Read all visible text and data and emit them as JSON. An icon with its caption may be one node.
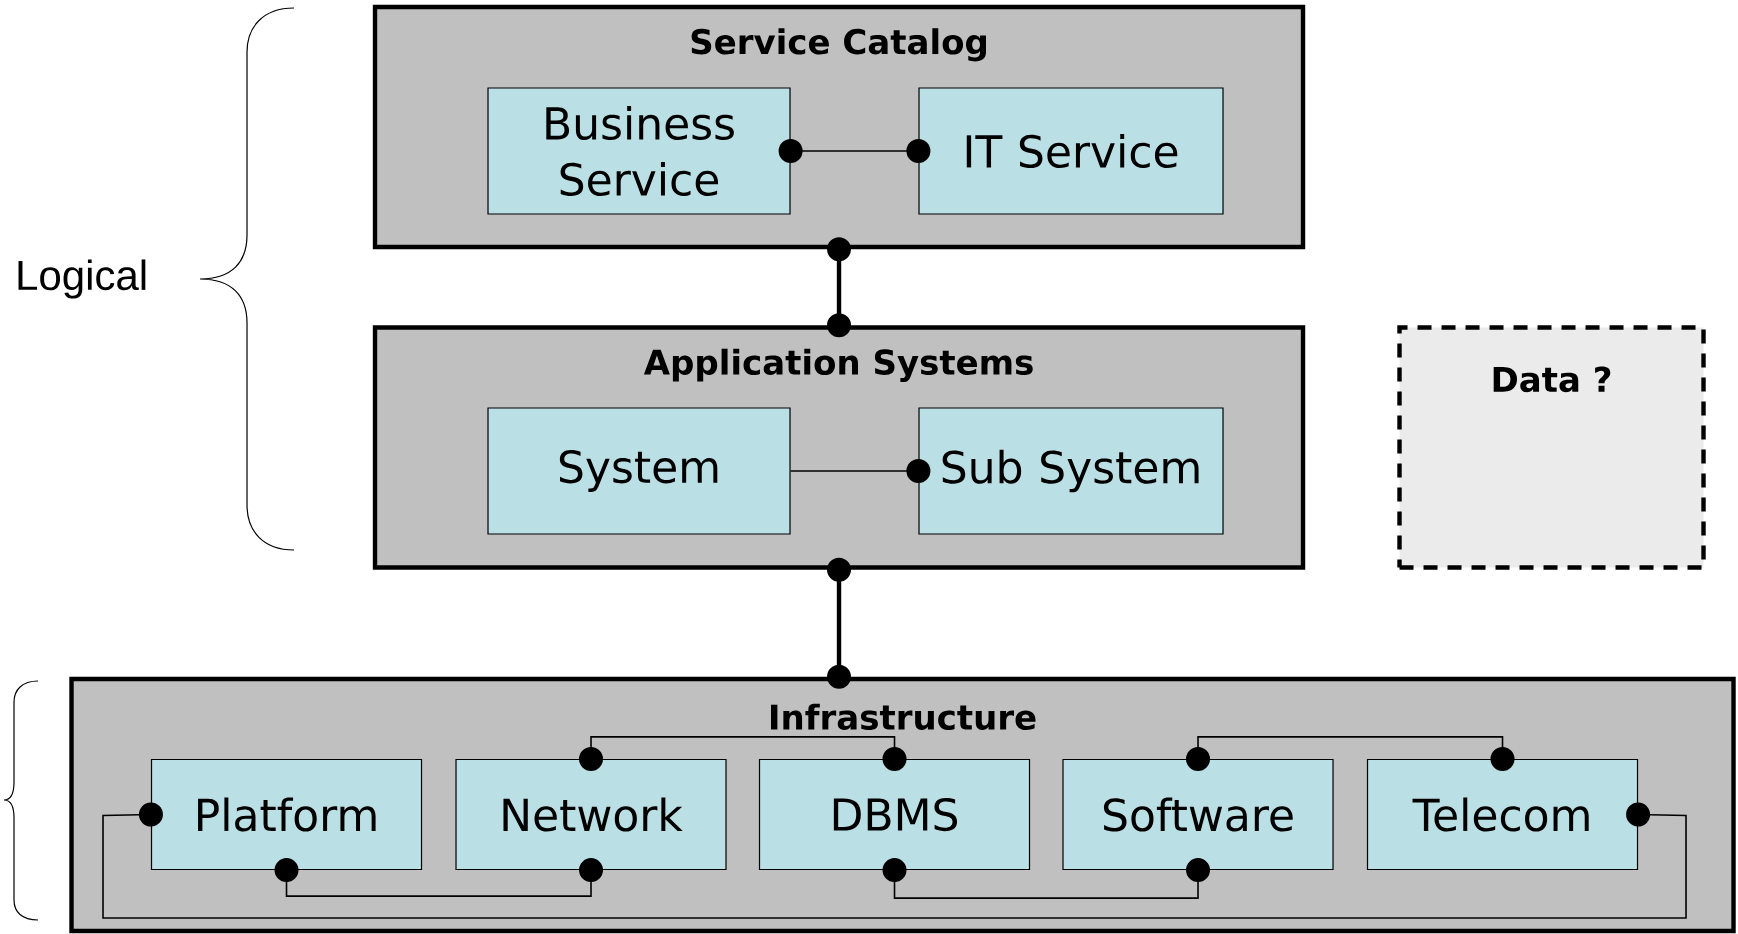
{
  "diagram": {
    "nodes": [
      {
        "text": [
          "Service Catalog"
        ]
      },
      {
        "text": [
          "Business Service"
        ],
        "in": 0
      },
      {
        "text": [
          "IT Service"
        ],
        "in": 0
      },
      {
        "text": [
          "Application Systems"
        ]
      },
      {
        "text": [
          "System"
        ],
        "in": 3
      },
      {
        "text": [
          "Sub System"
        ],
        "in": 3
      },
      {
        "text": [
          "Data ?"
        ]
      },
      {
        "text": [
          "Infrastructure"
        ]
      },
      {
        "text": [
          "Platform"
        ],
        "in": 7
      },
      {
        "text": [
          "Network"
        ],
        "in": 7
      },
      {
        "text": [
          "DBMS"
        ],
        "in": 7
      },
      {
        "text": [
          "Software"
        ],
        "in": 7
      },
      {
        "text": [
          "Telecom"
        ],
        "in": 7
      }
    ],
    "edges": [
      {
        "from": 1,
        "to": 2,
        "arrow": "other"
      },
      {
        "from": 0,
        "to": 3,
        "arrow": "other",
        "style": "thick"
      },
      {
        "from": 3,
        "to": 7,
        "arrow": "other",
        "style": "thick"
      },
      {
        "from": 4,
        "to": 5,
        "arrow": "other"
      },
      {
        "from": 9,
        "to": 10,
        "arrow": "other"
      },
      {
        "from": 11,
        "to": 12,
        "arrow": "other"
      },
      {
        "from": 8,
        "to": 9,
        "arrow": "other"
      },
      {
        "from": 10,
        "to": 11,
        "arrow": "other"
      },
      {
        "from": 8,
        "to": 12,
        "arrow": "other"
      }
    ],
    "labels": [
      "Logical"
    ]
  }
}
